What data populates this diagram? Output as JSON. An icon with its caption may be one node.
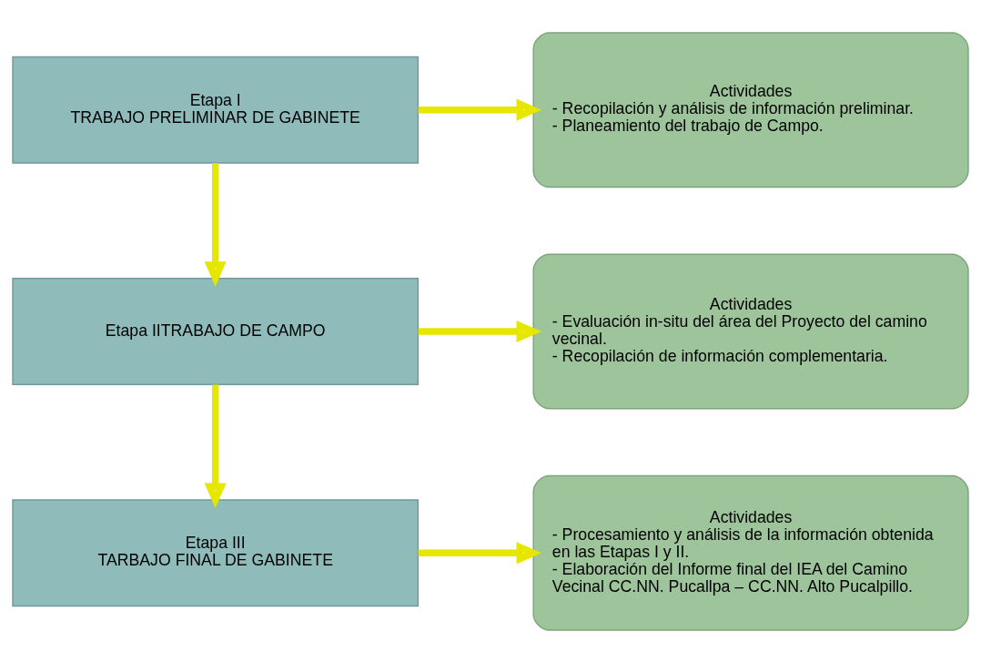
{
  "diagram": {
    "nodes": [
      {
        "text": [
          "Etapa I",
          "TRABAJO PRELIMINAR DE GABINETE"
        ]
      },
      {
        "text": [
          "Actividades",
          "- Recopilación y análisis de información preliminar.",
          "- Planeamiento del trabajo de Campo."
        ]
      },
      {
        "text": [
          "Etapa IITRABAJO DE CAMPO"
        ]
      },
      {
        "text": [
          "Actividades",
          "- Evaluación in-situ del área del Proyecto del camino vecinal.",
          "- Recopilación de información complementaria."
        ]
      },
      {
        "text": [
          "Etapa III",
          "TARBAJO FINAL DE GABINETE"
        ]
      },
      {
        "text": [
          "Actividades",
          "- Procesamiento y análisis de la información obtenida en las Etapas I y II.",
          "- Elaboración del Informe final del IEA del Camino Vecinal CC.NN. Pucallpa – CC.NN. Alto Pucalpillo."
        ]
      }
    ],
    "edges": [
      {
        "from": 0,
        "to": 1,
        "arrow": "to"
      },
      {
        "from": 0,
        "to": 2,
        "arrow": "to"
      },
      {
        "from": 2,
        "to": 3,
        "arrow": "to"
      },
      {
        "from": 2,
        "to": 4,
        "arrow": "to"
      },
      {
        "from": 4,
        "to": 5,
        "arrow": "to"
      }
    ]
  }
}
